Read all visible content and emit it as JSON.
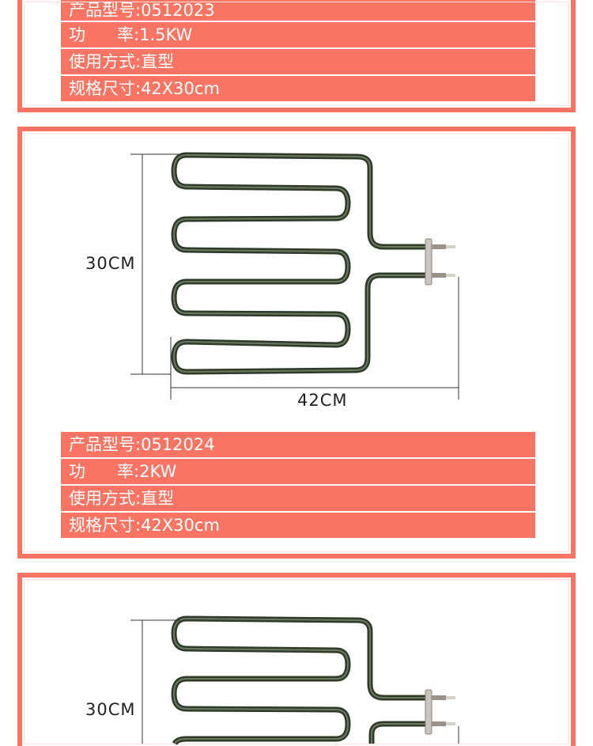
{
  "colors": {
    "accent": "#fa7463",
    "heater": "#3a4634"
  },
  "panels": [
    {
      "specs": [
        "产品型号:0512023",
        "功      率:1.5KW",
        "使用方式:直型",
        "规格尺寸:42X30cm"
      ]
    },
    {
      "height_label": "30CM",
      "width_label": "42CM",
      "specs": [
        "产品型号:0512024",
        "功      率:2KW",
        "使用方式:直型",
        "规格尺寸:42X30cm"
      ]
    },
    {
      "height_label": "30CM"
    }
  ]
}
